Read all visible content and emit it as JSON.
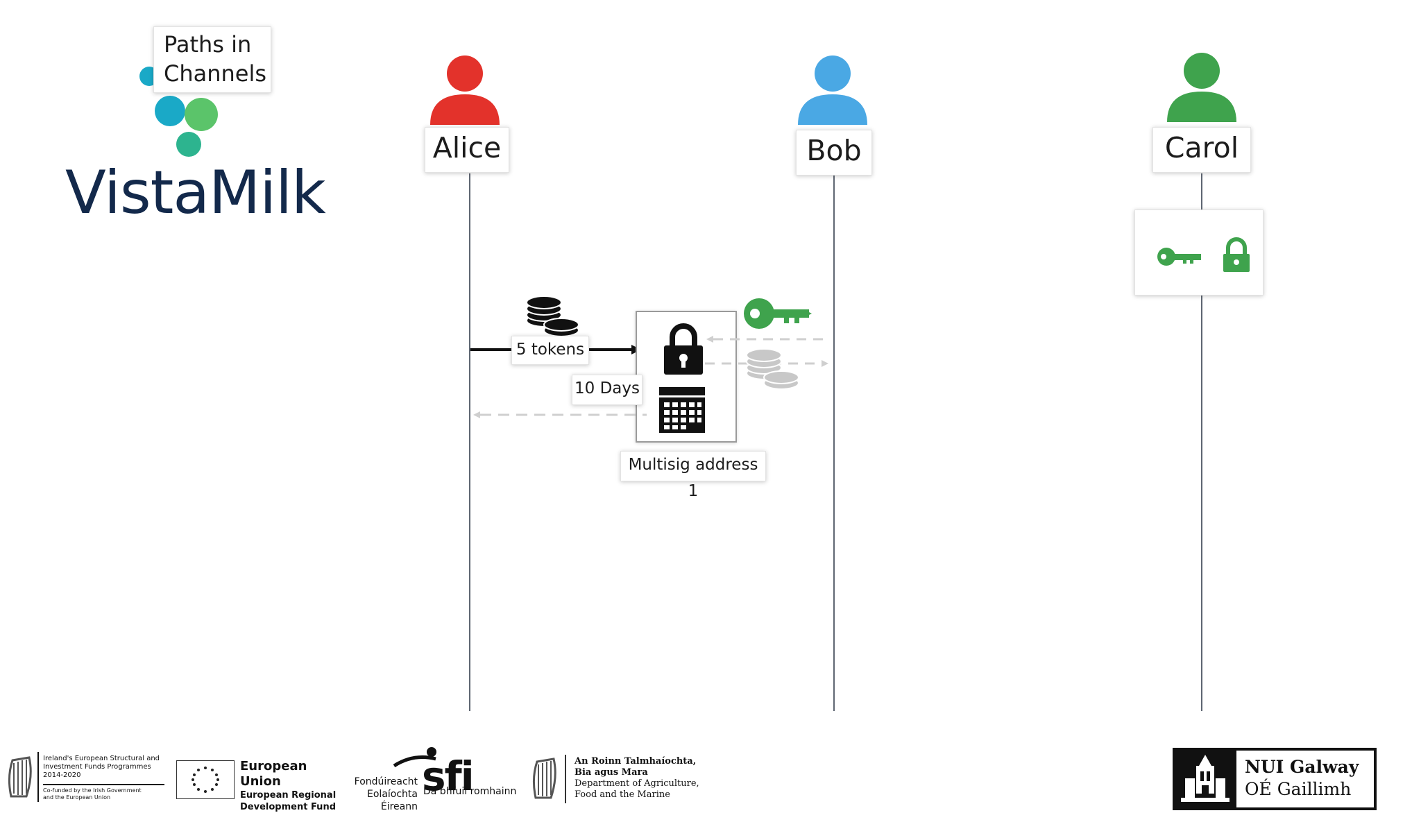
{
  "colors": {
    "alice": "#e3322b",
    "bob": "#4aa8e4",
    "carol": "#3fa34d",
    "brand_teal": "#1aa9c7",
    "brand_green": "#5bc46a",
    "brand_navy": "#13294b"
  },
  "header": {
    "note": "Paths in\nChannels",
    "brand": "VistaMilk"
  },
  "participants": {
    "alice": "Alice",
    "bob": "Bob",
    "carol": "Carol"
  },
  "flow": {
    "tokens_label": "5 tokens",
    "days_label": "10 Days",
    "address_label": "Multisig address 1"
  },
  "footer": {
    "esif": {
      "line1": "Ireland's European Structural and",
      "line2": "Investment Funds Programmes",
      "line3": "2014-2020",
      "line4": "Co-funded by the Irish Government",
      "line5": "and the European Union"
    },
    "eu": {
      "title": "European Union",
      "line1": "European Regional",
      "line2": "Development Fund"
    },
    "sfi": {
      "left1": "Fondúireacht",
      "left2": "Eolaíochta",
      "left3": "Éireann",
      "mark": "sfi",
      "tagline": "Dá bhfuil romhainn"
    },
    "dafm": {
      "line1": "An Roinn Talmhaíochta,",
      "line2": "Bia agus Mara",
      "line3": "Department of Agriculture,",
      "line4": "Food and the Marine"
    },
    "nuig": {
      "line1": "NUI Galway",
      "line2": "OÉ Gaillimh"
    }
  }
}
